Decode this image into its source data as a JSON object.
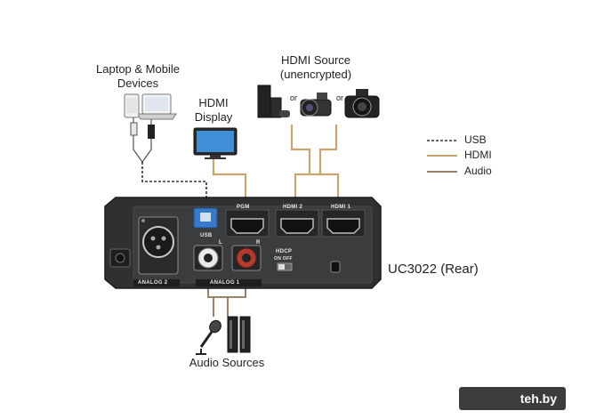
{
  "labels": {
    "laptop_mobile": [
      "Laptop & Mobile",
      "Devices"
    ],
    "hdmi_display": [
      "HDMI",
      "Display"
    ],
    "hdmi_source": [
      "HDMI Source",
      "(unencrypted)"
    ],
    "or1": "or",
    "or2": "or",
    "audio_sources": "Audio Sources",
    "device_name": "UC3022 (Rear)"
  },
  "panel_labels": {
    "pgm": "PGM",
    "hdmi2": "HDMI 2",
    "hdmi1": "HDMI 1",
    "usb": "USB",
    "l": "L",
    "r": "R",
    "hdcp": "HDCP",
    "on_off": "ON  OFF",
    "analog2": "ANALOG 2",
    "analog1": "ANALOG 1"
  },
  "legend": [
    {
      "label": "USB",
      "style": "dotted",
      "color": "#333333"
    },
    {
      "label": "HDMI",
      "style": "solid",
      "color": "#c8a46e"
    },
    {
      "label": "Audio",
      "style": "solid",
      "color": "#9b8466"
    }
  ],
  "colors": {
    "hdmi_cable": "#c8a46e",
    "audio_cable": "#9b8466",
    "usb_cable": "#333333",
    "panel": "#2f3031",
    "usb_port": "#3a78c9",
    "audio_r": "#b23a2e"
  },
  "watermark": "teh.by"
}
